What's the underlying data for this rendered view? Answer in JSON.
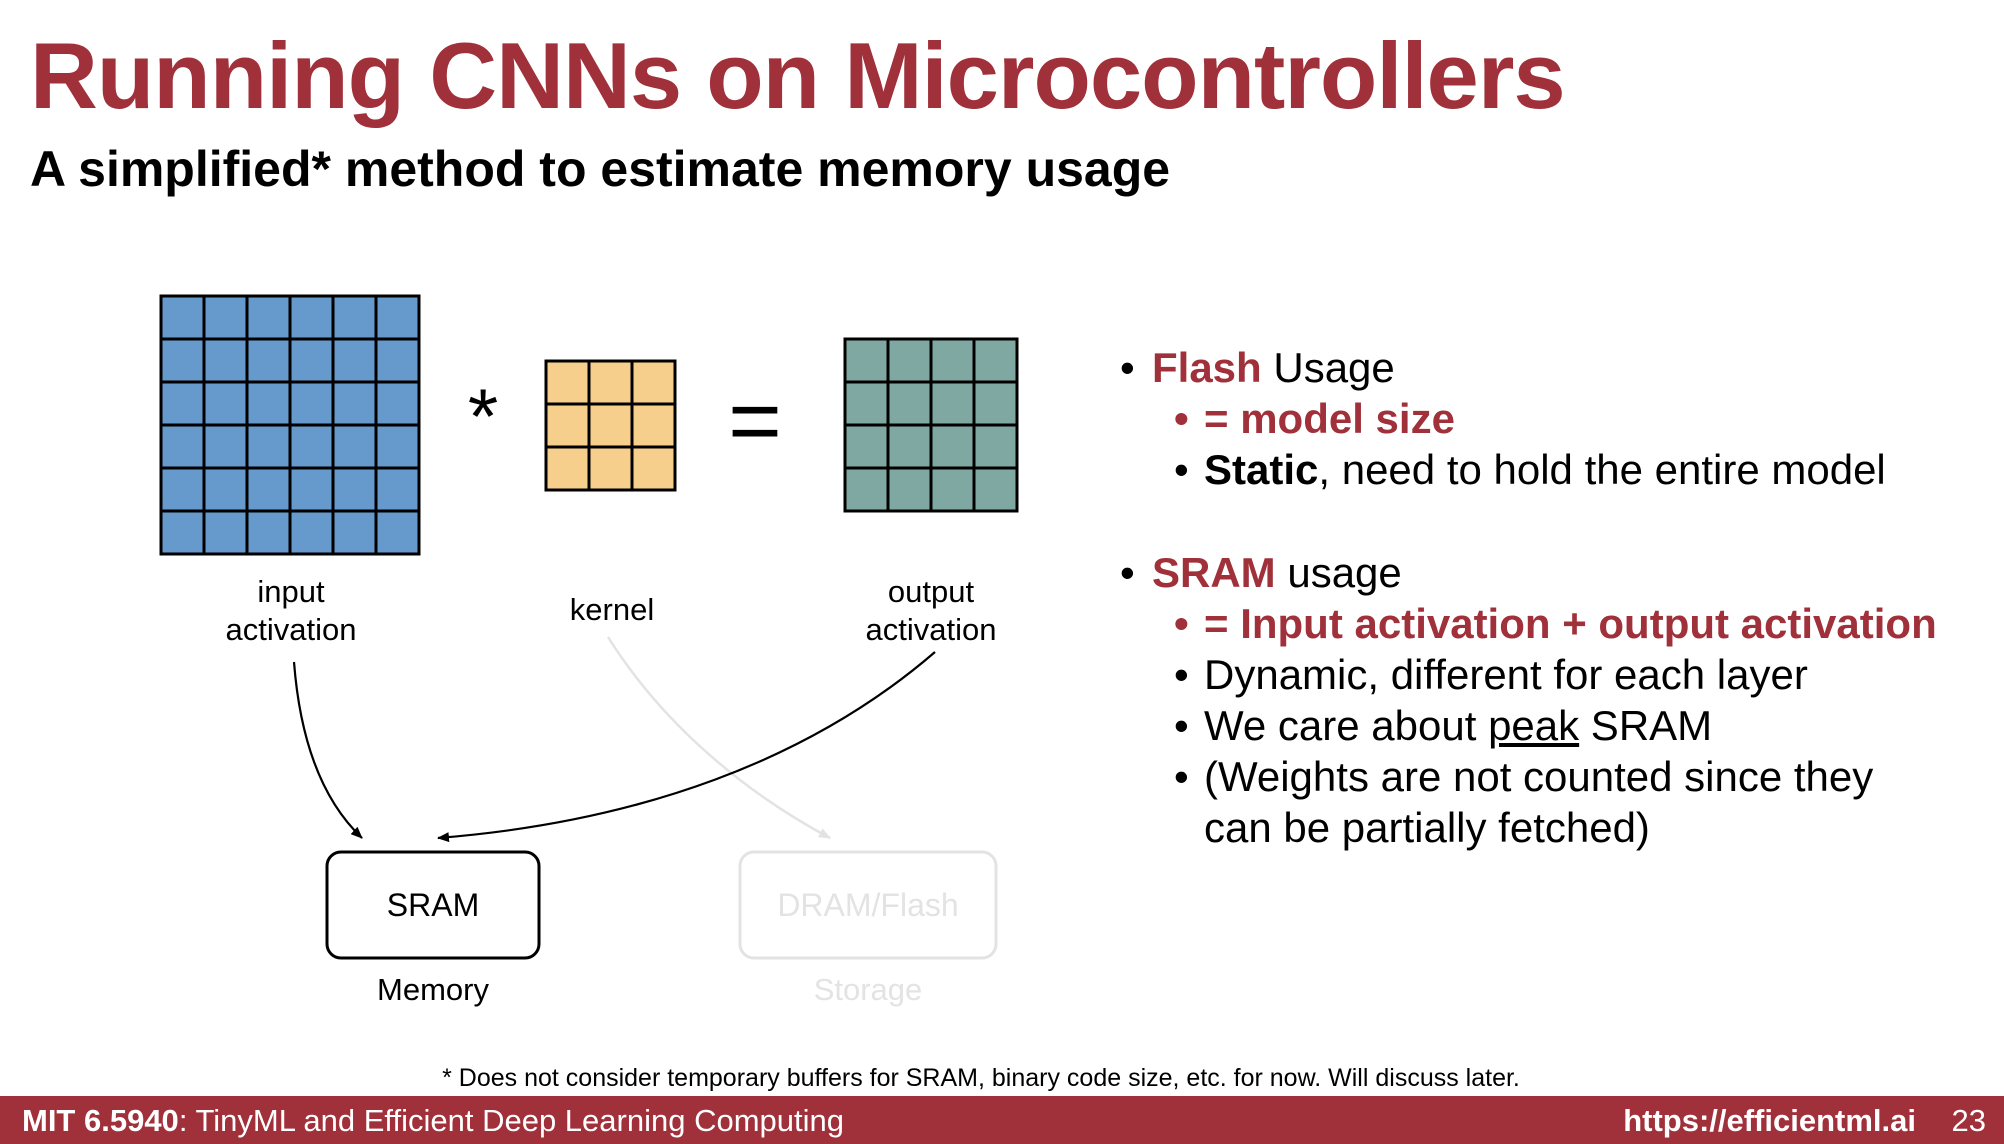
{
  "slide": {
    "title": "Running CNNs on Microcontrollers",
    "subtitle": "A simplified* method to estimate memory usage",
    "footnote": "* Does not consider temporary buffers for SRAM, binary code size, etc. for now. Will discuss later.",
    "page_number": "23"
  },
  "diagram": {
    "operator_conv": "*",
    "operator_equals": "=",
    "input_label_line1": "input",
    "input_label_line2": "activation",
    "kernel_label": "kernel",
    "output_label_line1": "output",
    "output_label_line2": "activation",
    "sram_box": "SRAM",
    "memory_label": "Memory",
    "dram_box": "DRAM/Flash",
    "storage_label": "Storage",
    "input_grid": 6,
    "kernel_grid": 3,
    "output_grid": 4,
    "colors": {
      "input": "#6699cc",
      "kernel": "#f7cf8c",
      "output": "#80a8a2",
      "accent": "#a0303a",
      "faded": "#e3e3e3"
    }
  },
  "bullets": {
    "flash_title": "Flash",
    "flash_rest": " Usage",
    "flash_sub1": "= model size",
    "flash_sub2_bold": "Static",
    "flash_sub2_rest": ", need to hold the entire model",
    "sram_title": "SRAM",
    "sram_rest": " usage",
    "sram_sub1": "= Input activation + output activation",
    "sram_sub2": "Dynamic, different for each layer",
    "sram_sub3_pre": "We care about ",
    "sram_sub3_ul": "peak",
    "sram_sub3_post": " SRAM",
    "sram_sub4_line1": "(Weights are not counted since they",
    "sram_sub4_line2": "can be partially fetched)"
  },
  "footer": {
    "course_bold": "MIT 6.5940",
    "course_rest": ": TinyML and Efficient Deep Learning Computing",
    "url": "https://efficientml.ai"
  }
}
